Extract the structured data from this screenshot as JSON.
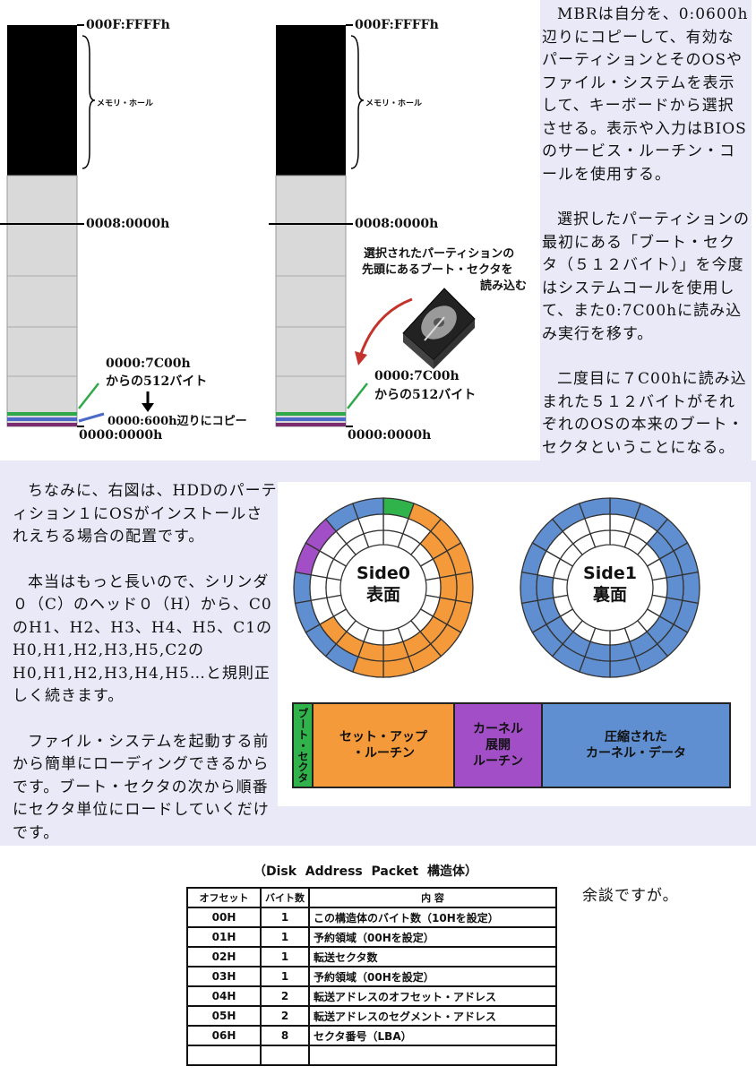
{
  "memory_map": {
    "top_address": "000F:FFFFh",
    "hole_label": "メモリ・ホール",
    "mid_address": "0008:0000h",
    "bottom_address": "0000:0000h",
    "boot_addr_line1": "0000:7C00h",
    "boot_addr_line2": "からの512バイト",
    "copy_label": "0000:600h辺りにコピー",
    "load_annotation_line1": "選択されたパーティションの",
    "load_annotation_line2": "先頭にあるブート・セクタを",
    "load_annotation_line3": "読み込む"
  },
  "right_text": {
    "paragraphs": [
      "MBRは自分を、0:0600h辺りにコピーして、有効なパーティションとそのOSやファイル・システムを表示して、キーボードから選択させる。表示や入力はBIOSのサービス・ルーチン・コールを使用する。",
      "選択したパーティションの最初にある「ブート・セクタ（５１２バイト）」を今度はシステムコールを使用して、また0:7C00hに読み込み実行を移す。",
      "二度目に７C00hに読み込まれた５１２バイトがそれぞれのOSの本来のブート・セクタということになる。"
    ]
  },
  "left_text": {
    "paragraphs": [
      "ちなみに、右図は、HDDのパーティション１にOSがインストールされえちる場合の配置です。",
      "本当はもっと長いので、シリンダ０（C）のヘッド０（H）から、C0のH1、H2、H3、H4、H5、C1のH0,H1,H2,H3,H5,C2のH0,H1,H2,H3,H4,H5…と規則正しく続きます。",
      "ファイル・システムを起動する前から簡単にローディングできるからです。ブート・セクタの次から順番にセクタ単位にロードしていくだけです。"
    ]
  },
  "disk": {
    "side0_line1": "Side0",
    "side0_line2": "表面",
    "side1_line1": "Side1",
    "side1_line2": "裏面",
    "colors": {
      "orange": "#f59a3a",
      "purple": "#a24fc7",
      "green": "#2fb34a",
      "blue": "#5f8fd0",
      "blank": "#ffffff"
    }
  },
  "layout_bar": {
    "boot": "ブート・セクタ",
    "setup_line1": "セット・アップ",
    "setup_line2": "・ルーチン",
    "kernel_line1": "カーネル",
    "kernel_line2": "展開",
    "kernel_line3": "ルーチン",
    "compressed_line1": "圧縮された",
    "compressed_line2": "カーネル・データ"
  },
  "dap_table": {
    "title": "（Disk  Address  Packet  構造体）",
    "headers": [
      "オフセット",
      "バイト数",
      "内  容"
    ],
    "rows": [
      [
        "00H",
        "1",
        "この構造体のバイト数（10Hを設定）"
      ],
      [
        "01H",
        "1",
        "予約領域（00Hを設定）"
      ],
      [
        "02H",
        "1",
        "転送セクタ数"
      ],
      [
        "03H",
        "1",
        "予約領域（00Hを設定）"
      ],
      [
        "04H",
        "2",
        "転送アドレスのオフセット・アドレス"
      ],
      [
        "05H",
        "2",
        "転送アドレスのセグメント・アドレス"
      ],
      [
        "06H",
        "8",
        "セクタ番号（LBA）"
      ],
      [
        "",
        "",
        ""
      ]
    ]
  },
  "aside": "余談ですが。"
}
